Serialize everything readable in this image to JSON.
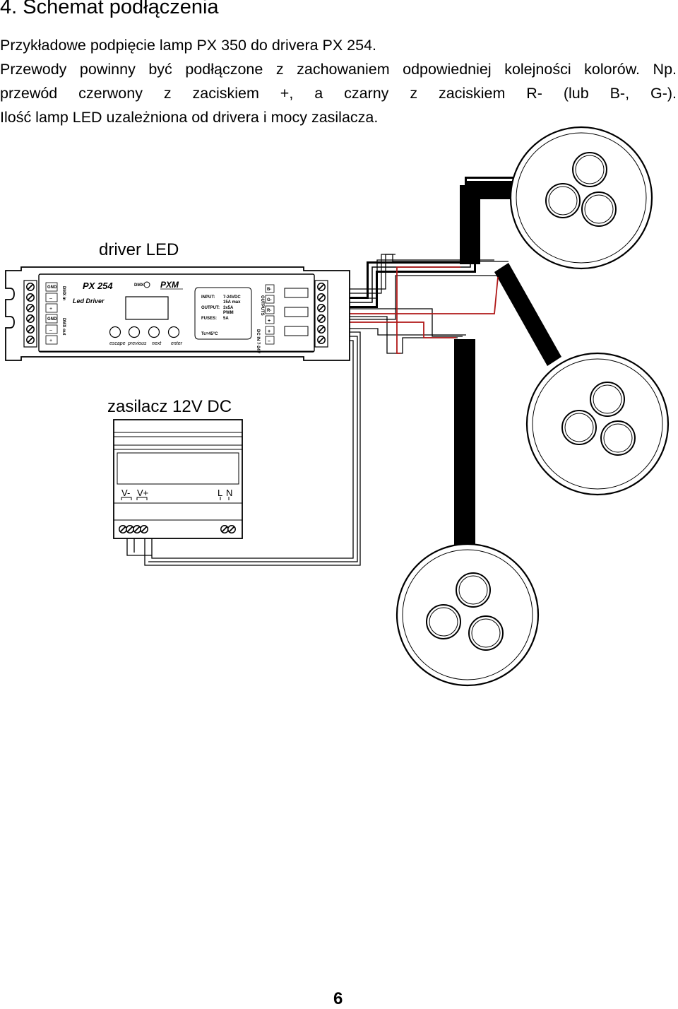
{
  "section": {
    "title": "4. Schemat podłączenia"
  },
  "paragraphs": [
    "Przykładowe podpięcie lamp PX 350 do drivera PX 254.",
    "Przewody powinny być podłączone z zachowaniem odpowiedniej kolejności kolorów. Np.",
    "przewód czerwony z zaciskiem +, a czarny z zaciskiem R- (lub B-, G-).",
    "Ilość lamp LED uzależniona od drivera i mocy zasilacza."
  ],
  "driver": {
    "caption": "driver LED",
    "model": "PX 254",
    "subtitle": "Led Driver",
    "dmx_label": "DMX",
    "brand": "PXM",
    "buttons": [
      "escape",
      "previous",
      "next",
      "enter"
    ],
    "spec_labels": [
      "INPUT:",
      "OUTPUT:",
      "FUSES:"
    ],
    "spec_values": [
      "7-24VDC",
      "15A max",
      "3x5A",
      "PWM",
      "5A"
    ],
    "temperature": "Tc=45°C",
    "left_terminals": [
      "GND",
      "–",
      "+",
      "GND",
      "–",
      "+"
    ],
    "dmx_in_label": "DMX in",
    "dmx_out_label": "DMX out",
    "output_terminals": [
      "B-",
      "G-",
      "R-",
      "+"
    ],
    "outputs_label": "OUTPUTS",
    "dc_in_label": "DC IN 7-24V",
    "dc_terminals": [
      "+",
      "–"
    ]
  },
  "power_supply": {
    "caption": "zasilacz 12V DC",
    "terminal_labels": {
      "v_minus": "V-",
      "v_plus": "V+",
      "l": "L",
      "n": "N"
    }
  },
  "page_number": "6",
  "colors": {
    "red_wire": "#b01818",
    "black_wire": "#000000"
  }
}
